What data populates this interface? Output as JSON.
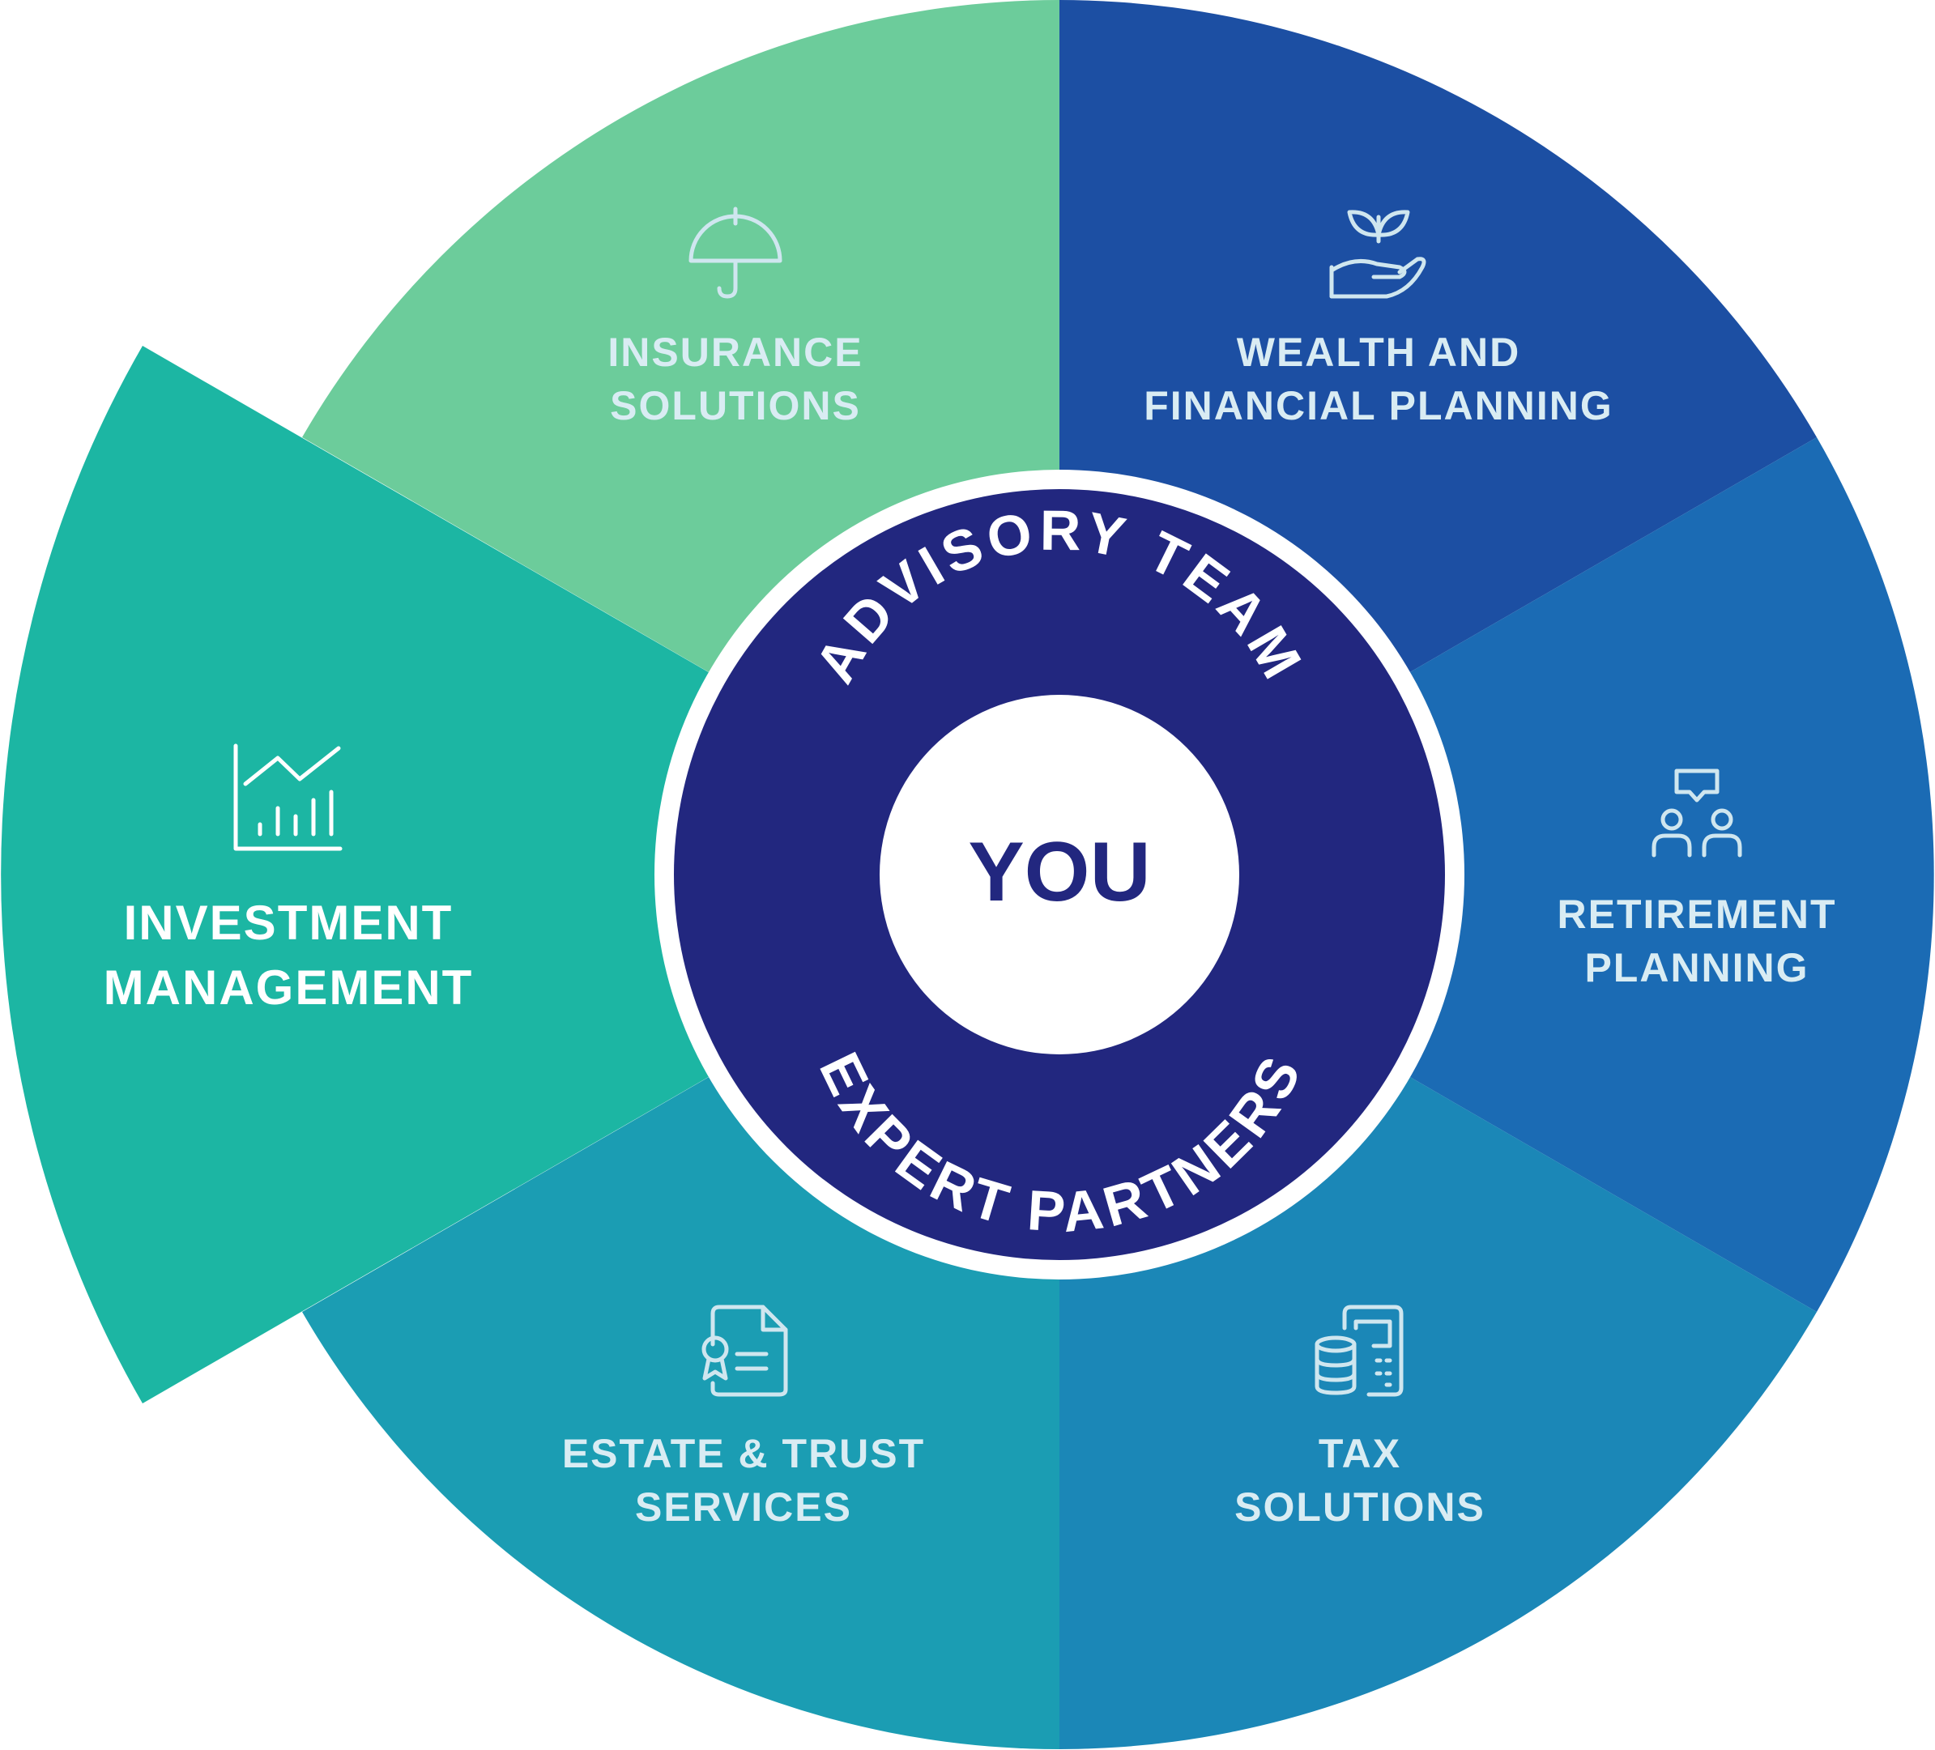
{
  "diagram": {
    "center_label": "YOU",
    "ring_top_label": "ADVISORY TEAM",
    "ring_bottom_label": "EXPERT PARTNERS",
    "colors": {
      "ring_navy": "#22277f",
      "center_white": "#ffffff",
      "center_text": "#22277f",
      "ring_text": "#ffffff",
      "label_light": "#d9ecf3",
      "icon_light": "#cfe6ef"
    },
    "segments": [
      {
        "id": "insurance",
        "line1": "INSURANCE",
        "line2": "SOLUTIONS",
        "icon": "umbrella-icon",
        "color": "#6ccc9b"
      },
      {
        "id": "wealth",
        "line1": "WEALTH AND",
        "line2": "FINANCIAL PLANNING",
        "icon": "plant-in-hand-icon",
        "color": "#1c4fa3"
      },
      {
        "id": "retirement",
        "line1": "RETIREMENT",
        "line2": "PLANNING",
        "icon": "people-conversation-icon",
        "color": "#1b6bb4"
      },
      {
        "id": "tax",
        "line1": "TAX",
        "line2": "SOLUTIONS",
        "icon": "calculator-coins-icon",
        "color": "#1b87b7"
      },
      {
        "id": "estate",
        "line1": "ESTATE & TRUST",
        "line2": "SERVICES",
        "icon": "certificate-document-icon",
        "color": "#1b9db3"
      },
      {
        "id": "investment",
        "line1": "INVESTMENT",
        "line2": "MANAGEMENT",
        "icon": "chart-growth-icon",
        "color": "#1cb6a3"
      }
    ]
  }
}
